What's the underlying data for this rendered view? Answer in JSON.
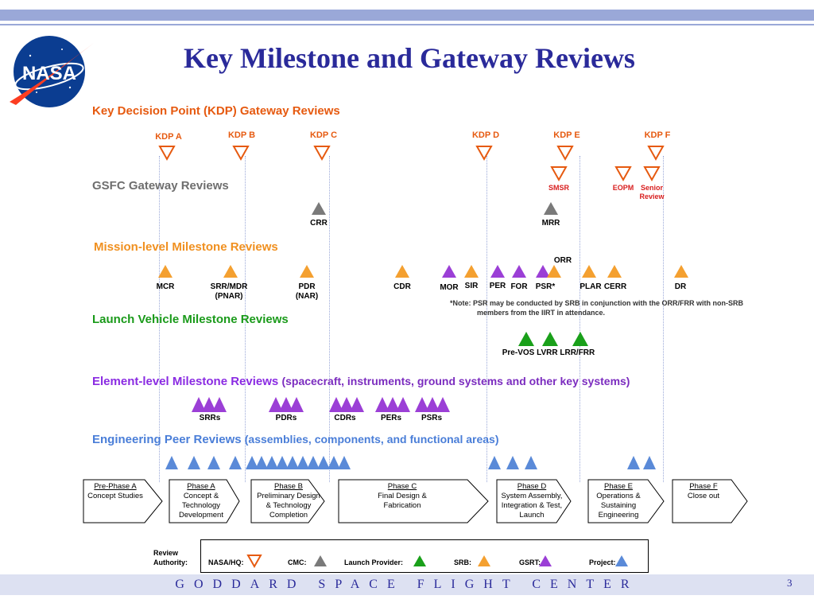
{
  "title": "Key Milestone and Gateway Reviews",
  "logo": {
    "text": "NASA",
    "colors": {
      "blue": "#0b3d91",
      "red": "#fc3d21"
    }
  },
  "colors": {
    "nasa_hq": "#e65a10",
    "cmc": "#7a7a7a",
    "launch_provider": "#1aa01a",
    "srb": "#f4a030",
    "gsrt": "#9b3fd6",
    "project": "#5a8ad8"
  },
  "sections": {
    "kdp": "Key Decision Point (KDP) Gateway Reviews",
    "gsfc": "GSFC Gateway Reviews",
    "mission": "Mission-level Milestone Reviews",
    "launch": "Launch Vehicle Milestone Reviews",
    "element": "Element-level Milestone Reviews",
    "element_sub": "(spacecraft, instruments, ground systems and other key systems)",
    "peer": "Engineering Peer Reviews",
    "peer_sub": "(assemblies, components, and functional areas)"
  },
  "kdp_labels": [
    "KDP A",
    "KDP B",
    "KDP C",
    "KDP D",
    "KDP E",
    "KDP F"
  ],
  "gsfc": {
    "smsr": "SMSR",
    "eopm": "EOPM",
    "senior_review_1": "Senior",
    "senior_review_2": "Review",
    "crr": "CRR",
    "mrr": "MRR"
  },
  "mission": {
    "mcr": "MCR",
    "srr_1": "SRR/MDR",
    "srr_2": "(PNAR)",
    "pdr_1": "PDR",
    "pdr_2": "(NAR)",
    "cdr": "CDR",
    "mor": "MOR",
    "sir": "SIR",
    "per": "PER",
    "for": "FOR",
    "psr": "PSR*",
    "orr": "ORR",
    "plar": "PLAR",
    "cerr": "CERR",
    "dr": "DR"
  },
  "note_1": "*Note: PSR may be conducted by SRB in conjunction with the ORR/FRR with non-SRB",
  "note_2": "members from the IIRT in attendance.",
  "launch_labels": "Pre-VOS LVRR LRR/FRR",
  "element_labels": [
    "SRRs",
    "PDRs",
    "CDRs",
    "PERs",
    "PSRs"
  ],
  "phases": [
    {
      "name": "Pre-Phase A",
      "desc": [
        "Concept Studies"
      ]
    },
    {
      "name": "Phase A",
      "desc": [
        "Concept &",
        "Technology",
        "Development"
      ]
    },
    {
      "name": "Phase B",
      "desc": [
        "Preliminary Design",
        "& Technology",
        "Completion"
      ]
    },
    {
      "name": "Phase C",
      "desc": [
        "Final Design &",
        "Fabrication"
      ]
    },
    {
      "name": "Phase D",
      "desc": [
        "System Assembly,",
        "Integration & Test,",
        "Launch"
      ]
    },
    {
      "name": "Phase E",
      "desc": [
        "Operations &",
        "Sustaining",
        "Engineering"
      ]
    },
    {
      "name": "Phase F",
      "desc": [
        "Close out"
      ]
    }
  ],
  "legend": {
    "title_1": "Review",
    "title_2": "Authority:",
    "nasa_hq": "NASA/HQ:",
    "cmc": "CMC:",
    "launch_provider": "Launch Provider:",
    "srb": "SRB:",
    "gsrt": "GSRT:",
    "project": "Project:"
  },
  "footer": "GODDARD SPACE FLIGHT CENTER",
  "page_number": "3"
}
